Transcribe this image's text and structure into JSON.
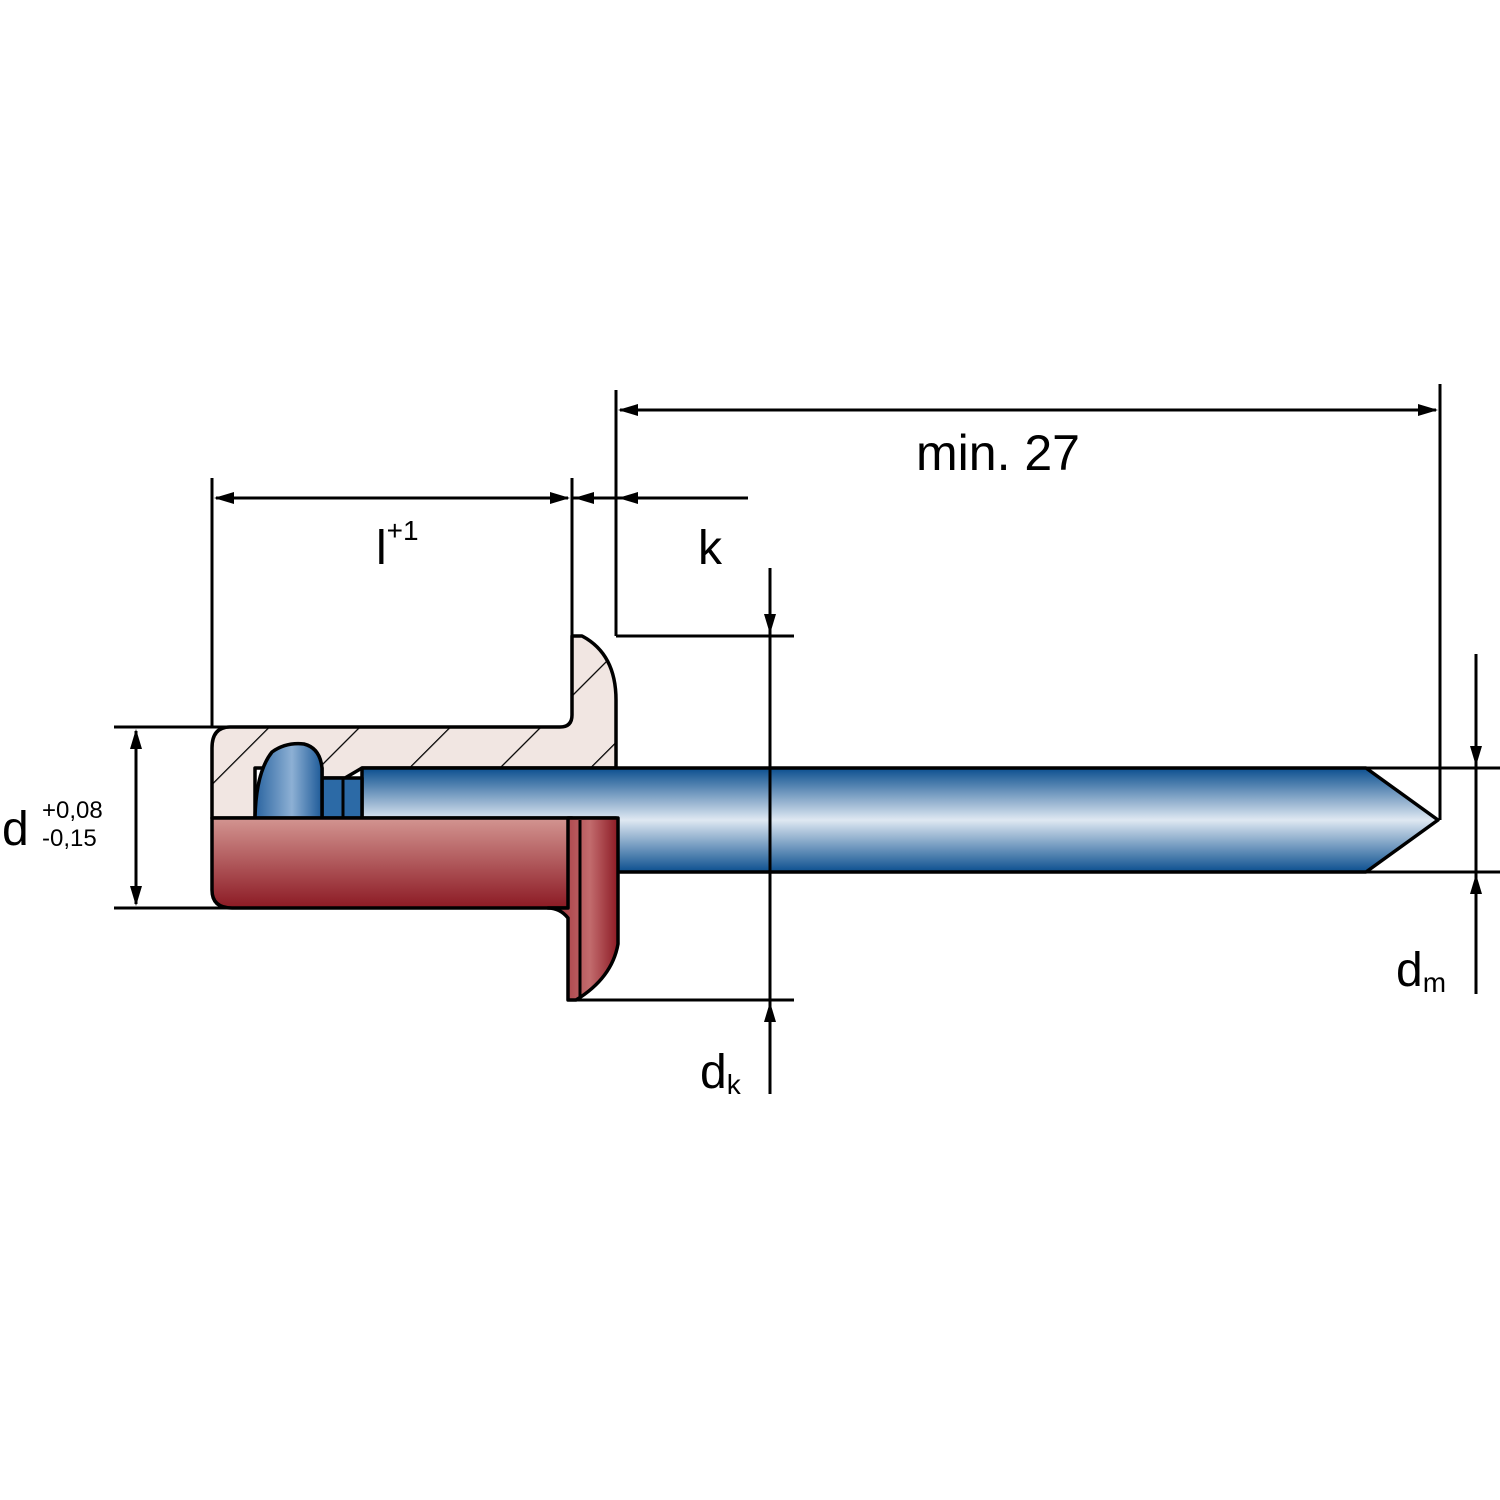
{
  "labels": {
    "length_main": "l",
    "length_tol": "+1",
    "head_height": "k",
    "mandrel_length": "min. 27",
    "diameter_main": "d",
    "diameter_tol_upper": "+0,08",
    "diameter_tol_lower": "-0,15",
    "head_diameter_main": "d",
    "head_diameter_sub": "k",
    "mandrel_diameter_main": "d",
    "mandrel_diameter_sub": "m"
  },
  "colors": {
    "mandrel_dark": "#0b4f8f",
    "mandrel_light": "#dfe8f2",
    "body_dark": "#8c1a24",
    "body_light": "#cf8a86",
    "section_fill": "#f1e6e2"
  }
}
